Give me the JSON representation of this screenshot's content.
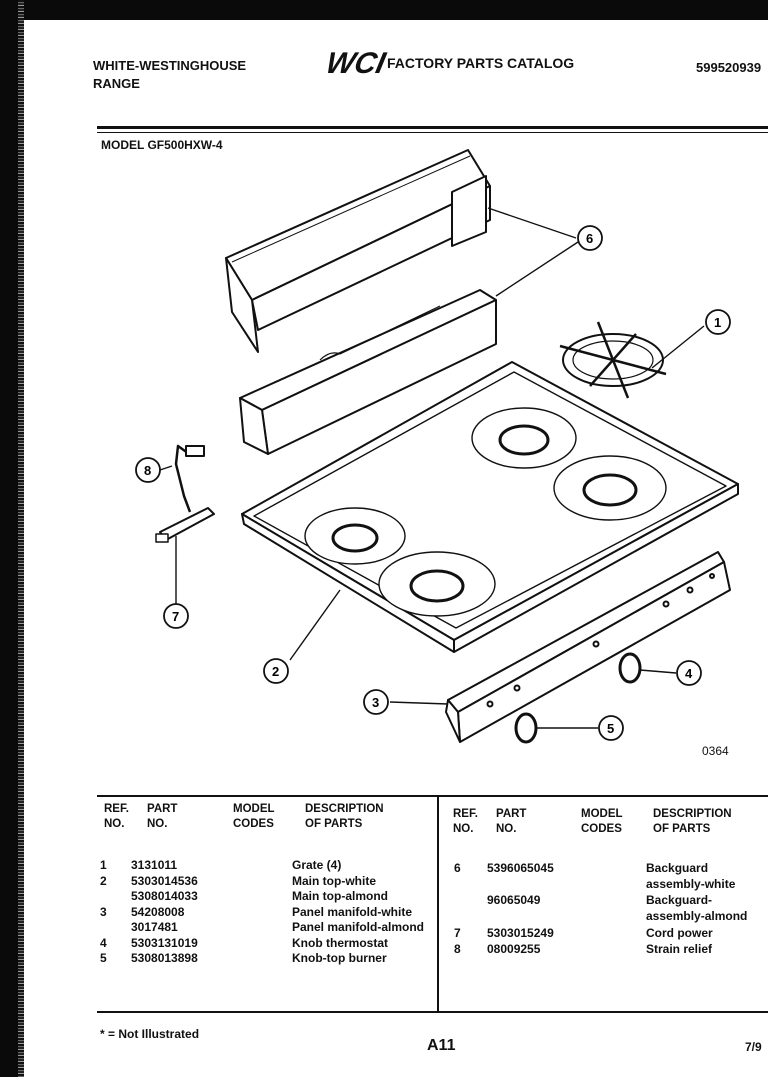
{
  "header": {
    "brand": "WHITE-WESTINGHOUSE",
    "product": "RANGE",
    "logo_text": "WCI",
    "catalog_title": "FACTORY PARTS CATALOG",
    "catalog_number": "599520939",
    "model": "MODEL GF500HXW-4"
  },
  "diagram": {
    "drawing_number": "0364",
    "callouts": [
      "1",
      "2",
      "3",
      "4",
      "5",
      "6",
      "7",
      "8"
    ]
  },
  "table_left": {
    "headers": {
      "ref": "REF.\nNO.",
      "part": "PART\nNO.",
      "codes": "MODEL\nCODES",
      "desc": "DESCRIPTION\nOF PARTS"
    },
    "refs": [
      "1",
      "2",
      "",
      "3",
      "",
      "4",
      "5"
    ],
    "parts": [
      "3131011",
      "5303014536",
      "5308014033",
      "54208008",
      "3017481",
      "5303131019",
      "5308013898"
    ],
    "descriptions": [
      "Grate (4)",
      "Main top-white",
      "Main top-almond",
      "Panel manifold-white",
      "Panel manifold-almond",
      "Knob thermostat",
      "Knob-top burner"
    ]
  },
  "table_right": {
    "headers": {
      "ref": "REF.\nNO.",
      "part": "PART\nNO.",
      "codes": "MODEL\nCODES",
      "desc": "DESCRIPTION\nOF PARTS"
    },
    "rows": [
      {
        "ref": "6",
        "part": "5396065045",
        "desc1": "Backguard",
        "desc2": "assembly-white"
      },
      {
        "ref": "",
        "part": "96065049",
        "desc1": "Backguard-",
        "desc2": "assembly-almond"
      },
      {
        "ref": "7",
        "part": "5303015249",
        "desc1": "Cord power",
        "desc2": ""
      },
      {
        "ref": "8",
        "part": "08009255",
        "desc1": "Strain relief",
        "desc2": ""
      }
    ]
  },
  "footer": {
    "note": "* = Not Illustrated",
    "page": "A11",
    "date": "7/9"
  }
}
